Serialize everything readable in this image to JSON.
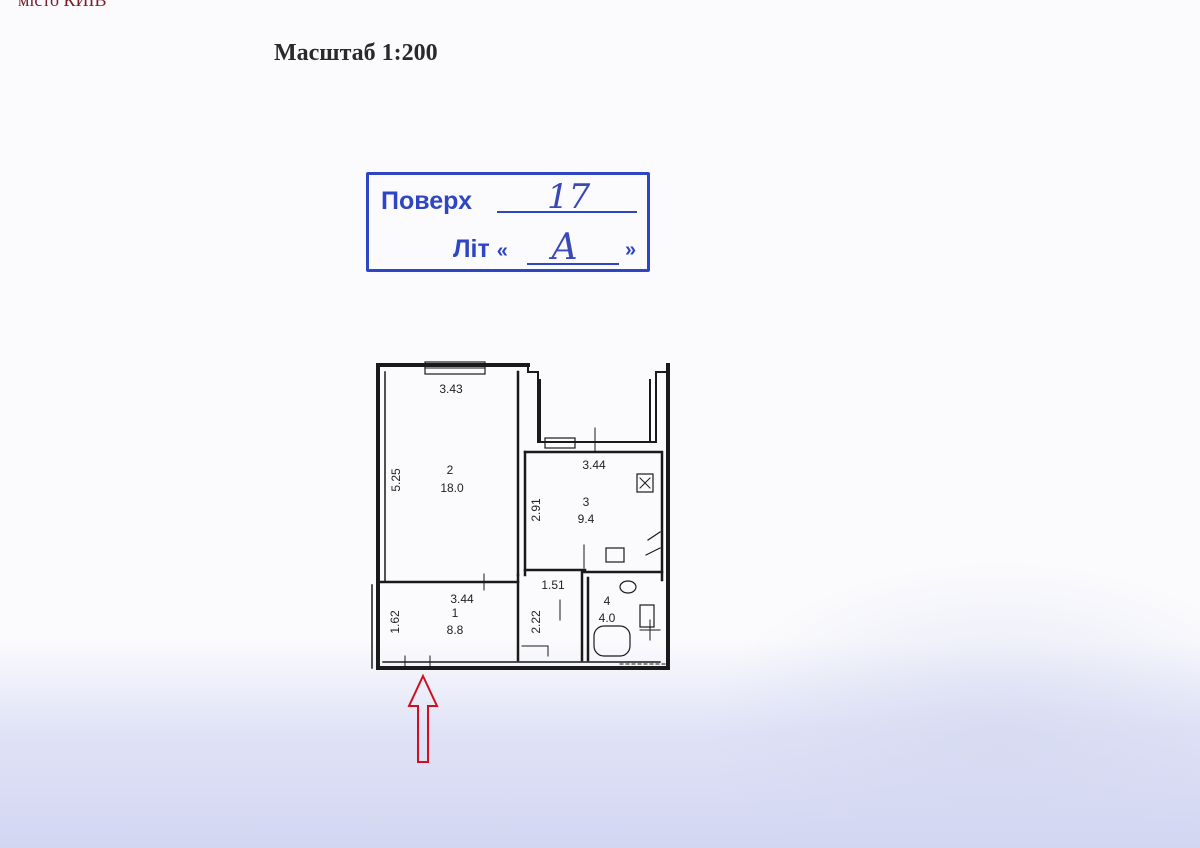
{
  "header": {
    "top_cut_text": "місто  КИЇВ",
    "scale_label": "Масштаб 1:200"
  },
  "stamp": {
    "floor_label": "Поверх",
    "floor_value": "17",
    "letter_label": "Літ",
    "letter_open_quote": "«",
    "letter_value": "А",
    "letter_close_quote": "»",
    "stamp_color": "#2f46c4"
  },
  "plan": {
    "rooms": [
      {
        "number": "2",
        "area": "18.0"
      },
      {
        "number": "3",
        "area": "9.4"
      },
      {
        "number": "1",
        "area": "8.8"
      },
      {
        "number": "4",
        "area": "4.0"
      }
    ],
    "dimensions": {
      "room2_width": "3.43",
      "room2_height": "5.25",
      "room3_width": "3.44",
      "room3_height": "2.91",
      "room1_width": "3.44",
      "room1_height": "1.62",
      "hall_width": "1.51",
      "hall_height": "2.22"
    },
    "entrance_marker_color": "#d01020"
  }
}
